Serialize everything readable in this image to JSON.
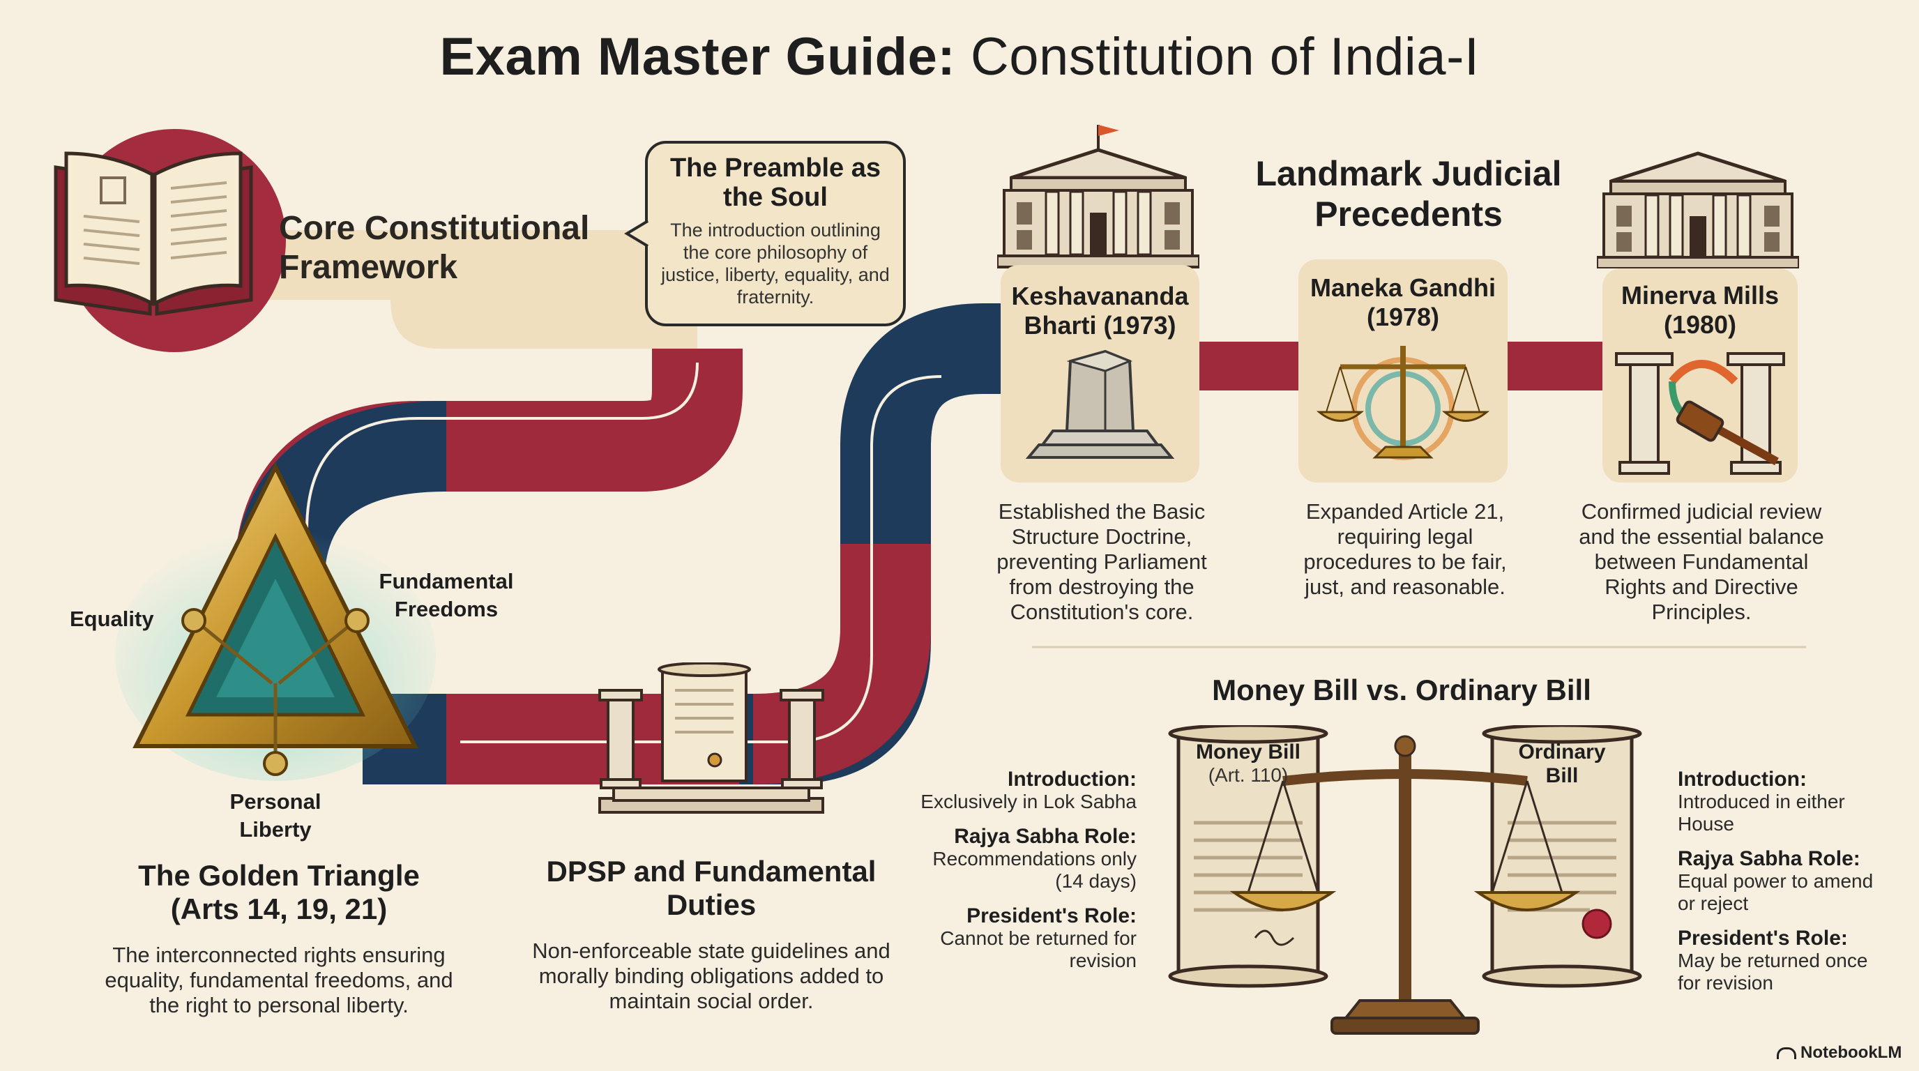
{
  "title": {
    "bold": "Exam Master Guide:",
    "regular": "Constitution of India-I"
  },
  "framework": {
    "heading": "Core Constitutional Framework"
  },
  "preamble": {
    "heading": "The Preamble as the Soul",
    "text": "The introduction outlining the core philosophy of justice, liberty, equality, and fraternity."
  },
  "triangle": {
    "labels": {
      "equality": "Equality",
      "freedoms": "Fundamental Freedoms",
      "liberty": "Personal Liberty"
    },
    "heading": "The Golden Triangle (Arts 14, 19, 21)",
    "text": "The interconnected rights ensuring equality, fundamental freedoms, and the right to personal liberty."
  },
  "dpsp": {
    "heading": "DPSP and Fundamental Duties",
    "text": "Non-enforceable state guidelines and morally binding obligations added to maintain social order."
  },
  "precedents": {
    "heading": "Landmark Judicial Precedents",
    "cases": [
      {
        "name": "Keshavananda Bharti (1973)",
        "text": "Established the Basic Structure Doctrine, preventing Parliament from destroying the Constitution's core."
      },
      {
        "name": "Maneka Gandhi (1978)",
        "text": "Expanded Article 21, requiring legal procedures to be fair, just, and reasonable."
      },
      {
        "name": "Minerva Mills (1980)",
        "text": "Confirmed judicial review and the essential balance between Fundamental Rights and Directive Principles."
      }
    ]
  },
  "bills": {
    "heading": "Money Bill vs. Ordinary Bill",
    "money": {
      "scroll_title": "Money Bill",
      "scroll_sub": "(Art. 110)",
      "rows": [
        {
          "key": "Introduction:",
          "value": "Exclusively in Lok Sabha"
        },
        {
          "key": "Rajya Sabha Role:",
          "value": "Recommendations only (14 days)"
        },
        {
          "key": "President's Role:",
          "value": "Cannot be returned for revision"
        }
      ]
    },
    "ordinary": {
      "scroll_title": "Ordinary Bill",
      "rows": [
        {
          "key": "Introduction:",
          "value": "Introduced in either House"
        },
        {
          "key": "Rajya Sabha Role:",
          "value": "Equal power to amend or reject"
        },
        {
          "key": "President's Role:",
          "value": "May be returned once for revision"
        }
      ]
    }
  },
  "footer": {
    "brand": "NotebookLM"
  },
  "colors": {
    "navy": "#1f3b5c",
    "crimson": "#9e2a3b",
    "cream": "#f7f0e1",
    "panel": "#efdfbe",
    "gold": "#c9982f"
  }
}
